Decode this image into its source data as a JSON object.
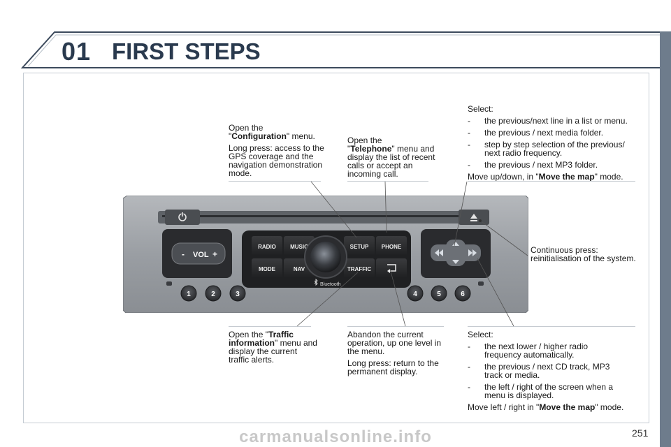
{
  "header": {
    "number": "01",
    "title": "FIRST STEPS"
  },
  "radio": {
    "buttons": {
      "radio": "RADIO",
      "music": "MUSIC",
      "setup": "SETUP",
      "phone": "PHONE",
      "mode": "MODE",
      "nav": "NAV",
      "traffic": "TRAFFIC",
      "vol": "VOL",
      "vol_minus": "-",
      "vol_plus": "+",
      "presets": [
        "1",
        "2",
        "3",
        "4",
        "5",
        "6"
      ]
    },
    "bluetooth": "Bluetooth",
    "icons": [
      "power-icon",
      "eject-icon",
      "back-icon",
      "arrow-pad-icon",
      "bluetooth-icon"
    ]
  },
  "callouts": {
    "setup": {
      "open_prefix": "Open the",
      "open_q1": "\"",
      "open_bold": "Configuration",
      "open_suffix": "\" menu.",
      "long_press": "Long press: access to the GPS coverage and the navigation demonstration mode."
    },
    "phone": {
      "open_prefix": "Open the",
      "open_q1": "\"",
      "open_bold": "Telephone",
      "open_suffix": "\" menu and display the list of recent calls or accept an incoming call."
    },
    "updown": {
      "intro": "Select:",
      "items": [
        "the previous/next line in a list or menu.",
        "the previous / next media folder.",
        "step by step selection of the previous/ next radio frequency.",
        "the previous / next MP3 folder."
      ],
      "move_prefix": "Move up/down, in \"",
      "move_bold": "Move the map",
      "move_suffix": "\" mode."
    },
    "reset": {
      "text": "Continuous press: reinitialisation of the system."
    },
    "traffic": {
      "open_prefix": "Open the \"",
      "open_bold": "Traffic information",
      "open_suffix": "\" menu and display the current traffic alerts."
    },
    "back": {
      "text1": "Abandon the current operation, up one level in the menu.",
      "text2": "Long press: return to the permanent display."
    },
    "leftright": {
      "intro": "Select:",
      "items": [
        "the next lower / higher radio frequency automatically.",
        "the previous / next CD track, MP3 track or media.",
        "the left / right of the screen when a menu is displayed."
      ],
      "move_prefix": "Move left / right in \"",
      "move_bold": "Move the map",
      "move_suffix": "\" mode."
    },
    "dash": "-"
  },
  "page_number": "251",
  "watermark": "carmanualsonline.info",
  "colors": {
    "title": "#2a3a4e",
    "sidebar": "#6e7c8c",
    "unit": "#9a9ea3",
    "button": "#2c2c2e"
  }
}
